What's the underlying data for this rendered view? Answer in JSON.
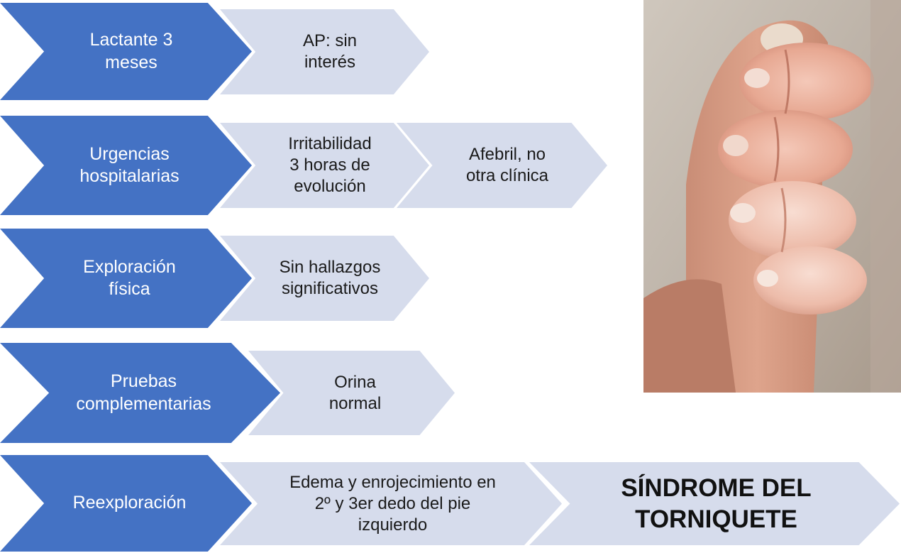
{
  "rows": [
    {
      "head": "Lactante 3\nmeses",
      "steps": [
        "AP: sin\ninterés"
      ]
    },
    {
      "head": "Urgencias\nhospitalarias",
      "steps": [
        "Irritabilidad\n3 horas de\nevolución",
        "Afebril, no\notra clínica"
      ]
    },
    {
      "head": "Exploración\nfísica",
      "steps": [
        "Sin hallazgos\nsignificativos"
      ]
    },
    {
      "head": "Pruebas\ncomplementarias",
      "steps": [
        "Orina\nnormal"
      ]
    },
    {
      "head": "Reexploración",
      "steps": [
        "Edema y enrojecimiento en\n2º y 3er dedo del pie\nizquierdo",
        "SÍNDROME DEL\nTORNIQUETE"
      ]
    }
  ],
  "colors": {
    "head_fill": "#4472c4",
    "step_fill": "#d6dcec",
    "head_text": "#ffffff",
    "step_text": "#1a1a1a"
  },
  "photo": {
    "icon": "infant-hand-photo"
  }
}
